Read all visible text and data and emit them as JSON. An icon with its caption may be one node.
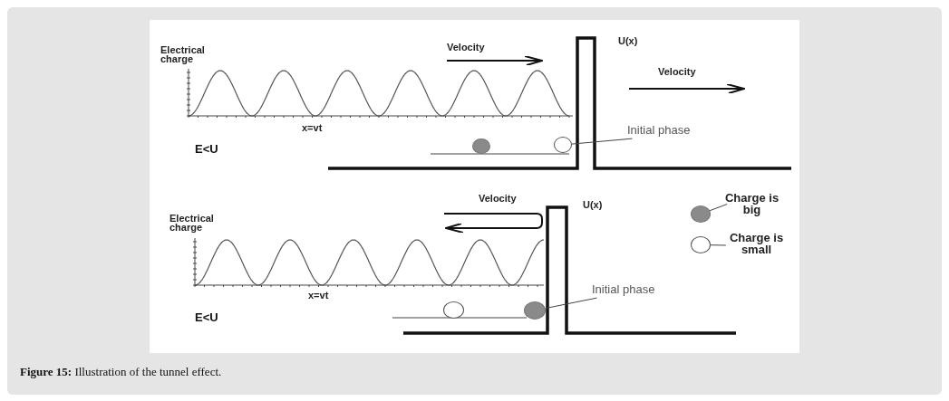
{
  "diagram": {
    "caption": "**Figure 15:** Illustration of the tunnel effect.",
    "nodes": [
      {
        "text": [
          "Initial phase"
        ]
      },
      {
        "text": [],
        "shape": "disc"
      },
      {
        "text": [],
        "shape": "circle"
      },
      {
        "text": [
          "Charge is big"
        ]
      },
      {
        "text": [],
        "shape": "disc"
      },
      {
        "text": [
          "Charge is small"
        ]
      },
      {
        "text": [],
        "shape": "circle"
      },
      {
        "text": [
          "Initial phase"
        ]
      },
      {
        "text": [],
        "shape": "circle"
      },
      {
        "text": [],
        "shape": "disc"
      }
    ],
    "edges": [
      {
        "from": 0,
        "to": 2,
        "arrow": "none"
      },
      {
        "from": 3,
        "to": 4,
        "arrow": "none"
      },
      {
        "from": 5,
        "to": 6,
        "arrow": "none"
      },
      {
        "from": 7,
        "to": 9,
        "arrow": "none"
      }
    ],
    "labels": [
      "Electrical charge",
      "Velocity",
      "U(x)",
      "Velocity",
      "x=vt",
      "E<U",
      "Velocity",
      "U(x)",
      "Electrical charge",
      "x=vt",
      "E<U"
    ]
  }
}
